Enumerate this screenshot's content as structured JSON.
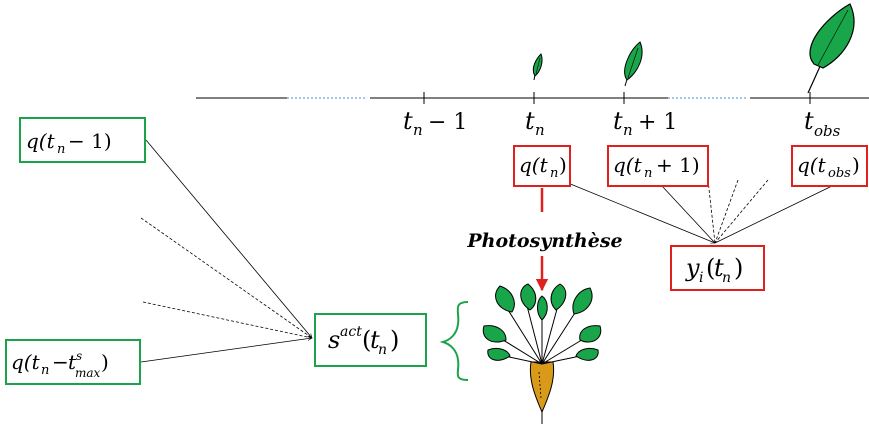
{
  "timeline": {
    "ticks": [
      "t_n − 1",
      "t_n",
      "t_n + 1",
      "t_obs"
    ]
  },
  "boxes": {
    "q_tn_minus_1": "q(t_n − 1)",
    "q_tn_minus_tmax": "q(t_n − t^s_max)",
    "s_act": "s^act(t_n)",
    "q_tn": "q(t_n)",
    "q_tn_plus_1": "q(t_n + 1)",
    "q_tobs": "q(t_obs)",
    "y_i": "y_i(t_n)"
  },
  "process_label": "Photosynthèse",
  "colors": {
    "green_box": "#1aa34a",
    "red_box": "#e01f1f",
    "leaf_fill": "#19a54a",
    "root_fill": "#d99a1a",
    "dotted_axis": "#4a8fd8"
  },
  "icons": [
    "leaf-icon",
    "plant-icon"
  ]
}
